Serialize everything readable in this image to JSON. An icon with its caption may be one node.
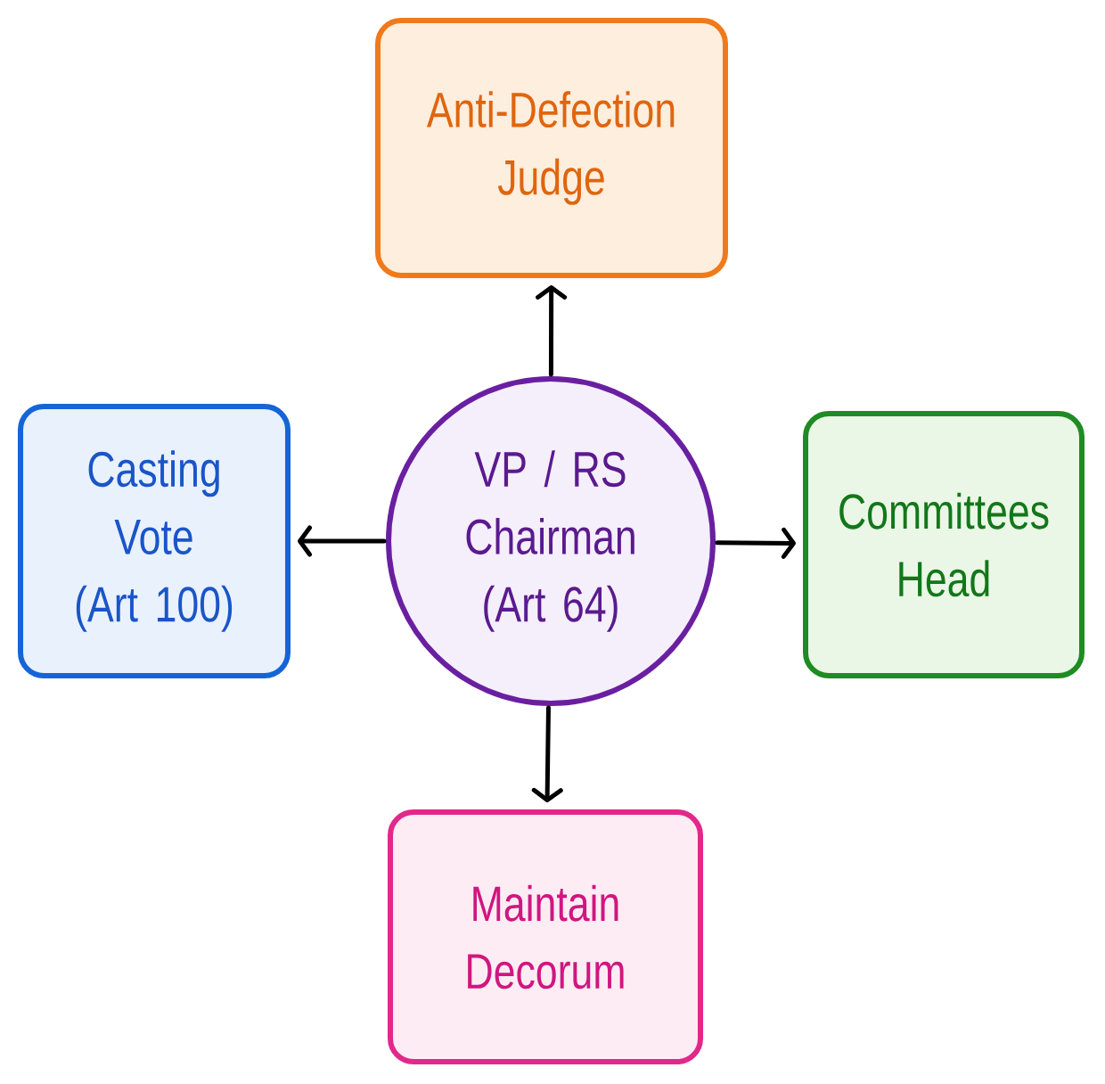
{
  "diagram": {
    "nodes": [
      {
        "text": [
          "Anti-Defection Judge"
        ]
      },
      {
        "text": [
          "Casting Vote",
          "(Art 100)"
        ]
      },
      {
        "text": [
          "VP / RS Chairman",
          "(Art 64)"
        ]
      },
      {
        "text": [
          "Committees Head"
        ]
      },
      {
        "text": [
          "Maintain Decorum"
        ]
      }
    ],
    "edges": [
      {
        "from": 2,
        "to": 0,
        "arrow": "to"
      },
      {
        "from": 2,
        "to": 1,
        "arrow": "to"
      },
      {
        "from": 2,
        "to": 3,
        "arrow": "to"
      },
      {
        "from": 2,
        "to": 4,
        "arrow": "to"
      }
    ]
  }
}
